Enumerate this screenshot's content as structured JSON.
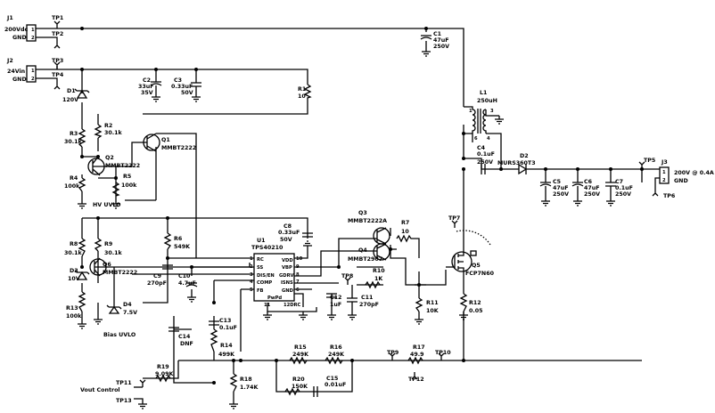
{
  "connectors": {
    "j1": {
      "ref": "J1",
      "pin1": "1",
      "pin2": "2",
      "net_a": "200Vdc",
      "net_b": "GND"
    },
    "j2": {
      "ref": "J2",
      "pin1": "1",
      "pin2": "2",
      "net_a": "24Vin",
      "net_b": "GND"
    },
    "j3": {
      "ref": "J3",
      "pin1": "1",
      "pin2": "2",
      "net_a": "200V @ 0.4A",
      "net_b": "GND"
    }
  },
  "test_points": {
    "tp1": "TP1",
    "tp2": "TP2",
    "tp3": "TP3",
    "tp4": "TP4",
    "tp5": "TP5",
    "tp6": "TP6",
    "tp7": "TP7",
    "tp8": "TP8",
    "tp9": "TP9",
    "tp10": "TP10",
    "tp11": "TP11",
    "tp12": "TP12",
    "tp13": "TP13"
  },
  "components": {
    "c1": {
      "ref": "C1",
      "val1": "47uF",
      "val2": "250V"
    },
    "c2": {
      "ref": "C2",
      "val1": "33uF",
      "val2": "35V"
    },
    "c3": {
      "ref": "C3",
      "val1": "0.33uF",
      "val2": "50V"
    },
    "c4": {
      "ref": "C4",
      "val1": "0.1uF",
      "val2": "250V"
    },
    "c5": {
      "ref": "C5",
      "val1": "47uF",
      "val2": "250V"
    },
    "c6": {
      "ref": "C6",
      "val1": "47uF",
      "val2": "250V"
    },
    "c7": {
      "ref": "C7",
      "val1": "0.1uF",
      "val2": "250V"
    },
    "c8": {
      "ref": "C8",
      "val1": "0.33uF",
      "val2": "50V"
    },
    "c9": {
      "ref": "C9",
      "val1": "270pF"
    },
    "c10": {
      "ref": "C10",
      "val1": "4.7uF"
    },
    "c11": {
      "ref": "C11",
      "val1": "270pF"
    },
    "c12": {
      "ref": "C12",
      "val1": "1uF"
    },
    "c13": {
      "ref": "C13",
      "val1": "0.1uF"
    },
    "c14": {
      "ref": "C14",
      "val1": "DNF"
    },
    "c15": {
      "ref": "C15",
      "val1": "0.01uF"
    },
    "r1": {
      "ref": "R1",
      "val1": "10"
    },
    "r2": {
      "ref": "R2",
      "val1": "30.1k"
    },
    "r3": {
      "ref": "R3",
      "val1": "30.1k"
    },
    "r4": {
      "ref": "R4",
      "val1": "100k"
    },
    "r5": {
      "ref": "R5",
      "val1": "100k"
    },
    "r6": {
      "ref": "R6",
      "val1": "549K"
    },
    "r7": {
      "ref": "R7",
      "val1": "10"
    },
    "r8": {
      "ref": "R8",
      "val1": "30.1k"
    },
    "r9": {
      "ref": "R9",
      "val1": "30.1k"
    },
    "r10": {
      "ref": "R10",
      "val1": "1K"
    },
    "r11": {
      "ref": "R11",
      "val1": "10K"
    },
    "r12": {
      "ref": "R12",
      "val1": "0.05"
    },
    "r13": {
      "ref": "R13",
      "val1": "100k"
    },
    "r14": {
      "ref": "R14",
      "val1": "499K"
    },
    "r15": {
      "ref": "R15",
      "val1": "249K"
    },
    "r16": {
      "ref": "R16",
      "val1": "249K"
    },
    "r17": {
      "ref": "R17",
      "val1": "49.9"
    },
    "r18": {
      "ref": "R18",
      "val1": "1.74K"
    },
    "r19": {
      "ref": "R19",
      "val1": "9.09K"
    },
    "r20": {
      "ref": "R20",
      "val1": "150K"
    },
    "d1": {
      "ref": "D1",
      "val1": "120V"
    },
    "d2": {
      "ref": "D2",
      "val1": "MURS360T3"
    },
    "d3": {
      "ref": "D3",
      "val1": "10V"
    },
    "d4": {
      "ref": "D4",
      "val1": "7.5V"
    },
    "l1": {
      "ref": "L1",
      "val1": "250uH",
      "p1": "1",
      "p3": "3",
      "p4": "4",
      "p6": "6"
    },
    "q1": {
      "ref": "Q1",
      "val1": "MMBT2222"
    },
    "q2": {
      "ref": "Q2",
      "val1": "MMBT2222"
    },
    "q3": {
      "ref": "Q3",
      "val1": "MMBT2222A"
    },
    "q4": {
      "ref": "Q4",
      "val1": "MMBT2907"
    },
    "q5": {
      "ref": "Q5",
      "val1": "FCP7N60"
    },
    "q6": {
      "ref": "Q6",
      "val1": "MMBT2222"
    }
  },
  "ic": {
    "ref": "U1",
    "part": "TPS40210",
    "pins_left": [
      {
        "num": "1",
        "name": "RC"
      },
      {
        "num": "2",
        "name": "SS"
      },
      {
        "num": "3",
        "name": "DIS/EN"
      },
      {
        "num": "4",
        "name": "COMP"
      },
      {
        "num": "5",
        "name": "FB"
      }
    ],
    "pins_right": [
      {
        "num": "10",
        "name": "VDD"
      },
      {
        "num": "9",
        "name": "VBP"
      },
      {
        "num": "8",
        "name": "GDRV"
      },
      {
        "num": "7",
        "name": "ISNS"
      },
      {
        "num": "6",
        "name": "GND"
      }
    ],
    "pad_label": "PwPd",
    "pad_num": "11",
    "footprint": "12DRC"
  },
  "labels": {
    "hv_uvlo": "HV UVLO",
    "bias_uvlo": "Bias UVLO",
    "vout_control": "Vout Control"
  }
}
